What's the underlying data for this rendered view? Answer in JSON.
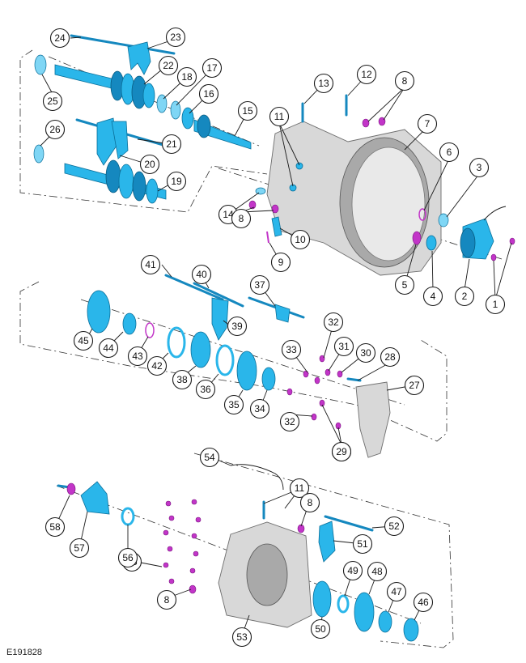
{
  "figure_id": "E191828",
  "callouts": [
    "1",
    "2",
    "3",
    "4",
    "5",
    "6",
    "7",
    "8",
    "9",
    "10",
    "11",
    "12",
    "13",
    "14",
    "15",
    "16",
    "17",
    "18",
    "19",
    "20",
    "21",
    "22",
    "23",
    "24",
    "25",
    "26",
    "27",
    "28",
    "29",
    "30",
    "31",
    "32",
    "33",
    "34",
    "35",
    "36",
    "37",
    "38",
    "39",
    "40",
    "41",
    "42",
    "43",
    "44",
    "45",
    "46",
    "47",
    "48",
    "49",
    "50",
    "51",
    "52",
    "53",
    "54",
    "55",
    "56",
    "57",
    "58"
  ],
  "colors": {
    "part_main": "#2ab6ea",
    "part_dark": "#1588bf",
    "fastener": "#c235c8",
    "housing": "#d8d8d8"
  }
}
